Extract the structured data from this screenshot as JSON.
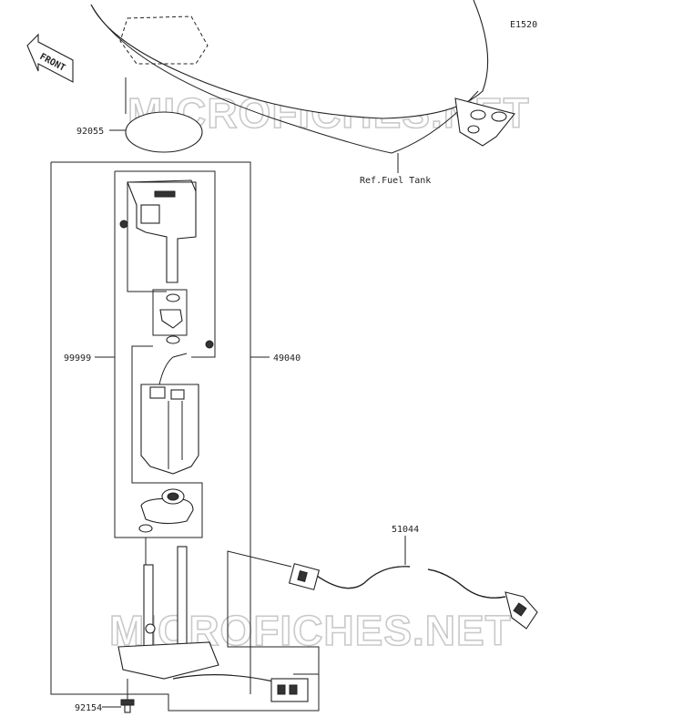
{
  "diagram": {
    "code": "E1520",
    "front_label": "FRONT",
    "watermark": "MICROFICHES.NET",
    "reference": "Ref.Fuel Tank",
    "parts": [
      {
        "number": "92055"
      },
      {
        "number": "99999"
      },
      {
        "number": "49040"
      },
      {
        "number": "51044"
      },
      {
        "number": "92154"
      }
    ]
  }
}
